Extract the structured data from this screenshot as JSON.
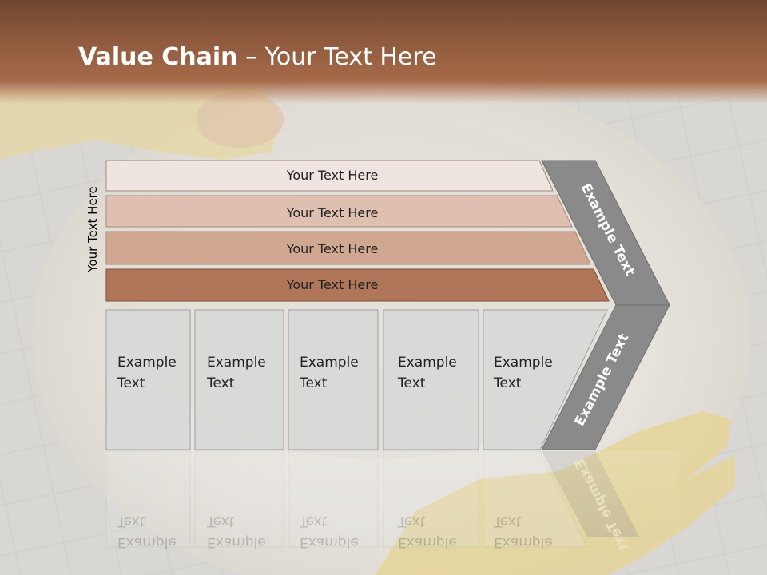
{
  "slide": {
    "title_bold": "Value Chain",
    "title_rest": " – Your Text Here",
    "vertical_label": "Your Text Here"
  },
  "bands": [
    {
      "label": "Your Text Here",
      "color": "#efe5e0"
    },
    {
      "label": "Your Text Here",
      "color": "#dfc0b0"
    },
    {
      "label": "Your Text Here",
      "color": "#d0a892"
    },
    {
      "label": "Your Text Here",
      "color": "#b0765a"
    }
  ],
  "boxes": [
    {
      "line1": "Example",
      "line2": "Text"
    },
    {
      "line1": "Example",
      "line2": "Text"
    },
    {
      "line1": "Example",
      "line2": "Text"
    },
    {
      "line1": "Example",
      "line2": "Text"
    },
    {
      "line1": "Example",
      "line2": "Text"
    }
  ],
  "arrow": {
    "upper_label": "Example Text",
    "lower_label": "Example Text",
    "color": "#8a8a8a"
  },
  "colors": {
    "header": "#a66b4a",
    "box_fill": "#d9d9d9",
    "box_border": "#9a9a9a"
  }
}
